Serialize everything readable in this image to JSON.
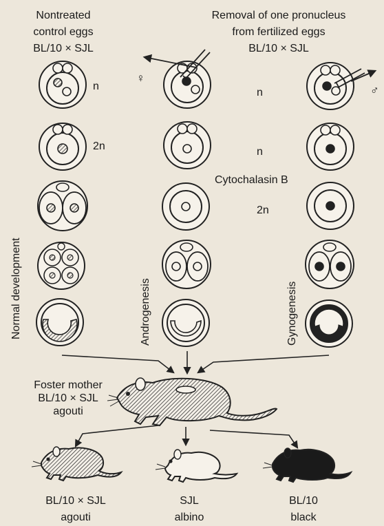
{
  "headers": {
    "left_line1": "Nontreated",
    "left_line2": "control eggs",
    "left_line3": "BL/10 × SJL",
    "right_line1": "Removal of one pronucleus",
    "right_line2": "from fertilized eggs",
    "right_line3": "BL/10 × SJL"
  },
  "ploidy": {
    "control_n": "n",
    "control_2n": "2n",
    "gyno_n": "n",
    "andro_n": "n",
    "andro_2n": "2n"
  },
  "treatment": "Cytochalasin B",
  "symbols": {
    "female": "♀",
    "male": "♂"
  },
  "columns": {
    "normal": "Normal development",
    "androgenesis": "Androgenesis",
    "gynogenesis": "Gynogenesis"
  },
  "foster": {
    "line1": "Foster mother",
    "line2": "BL/10 × SJL",
    "line3": "agouti"
  },
  "offspring": [
    {
      "strain": "BL/10 × SJL",
      "coat": "agouti"
    },
    {
      "strain": "SJL",
      "coat": "albino"
    },
    {
      "strain": "BL/10",
      "coat": "black"
    }
  ]
}
